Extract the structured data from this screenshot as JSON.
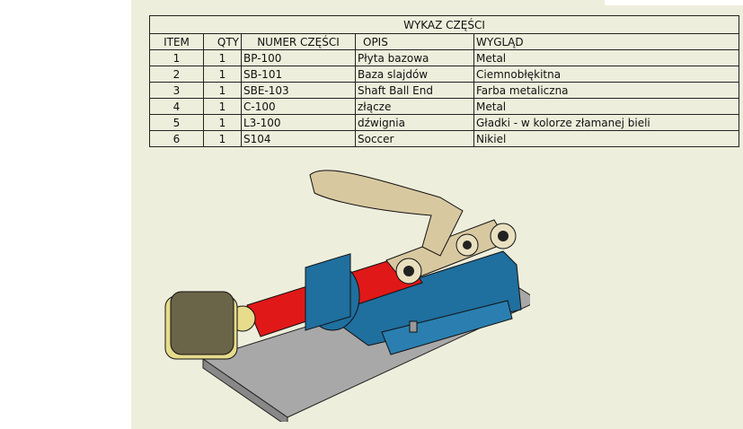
{
  "bom": {
    "title": "WYKAZ CZĘŚCI",
    "headers": [
      "ITEM",
      "QTY",
      "NUMER CZĘŚCI",
      "OPIS",
      "WYGLĄD"
    ],
    "rows": [
      [
        "1",
        "1",
        "BP-100",
        "Płyta bazowa",
        "Metal"
      ],
      [
        "2",
        "1",
        "SB-101",
        "Baza slajdów",
        "Ciemnobłękitna"
      ],
      [
        "3",
        "1",
        "SBE-103",
        "Shaft Ball End",
        "Farba metaliczna"
      ],
      [
        "4",
        "1",
        "C-100",
        "złącze",
        "Metal"
      ],
      [
        "5",
        "1",
        "L3-100",
        "dźwignia",
        "Gładki - w kolorze złamanej bieli"
      ],
      [
        "6",
        "1",
        "S104",
        "Soccer",
        "Nikiel"
      ]
    ]
  },
  "colors": {
    "sheet": "#eeeedc",
    "base": "#a8a8a8",
    "slide": "#1f6f9f",
    "shaft": "#e01818",
    "lever": "#d8c8a0",
    "knob": "#e6dc8c"
  }
}
